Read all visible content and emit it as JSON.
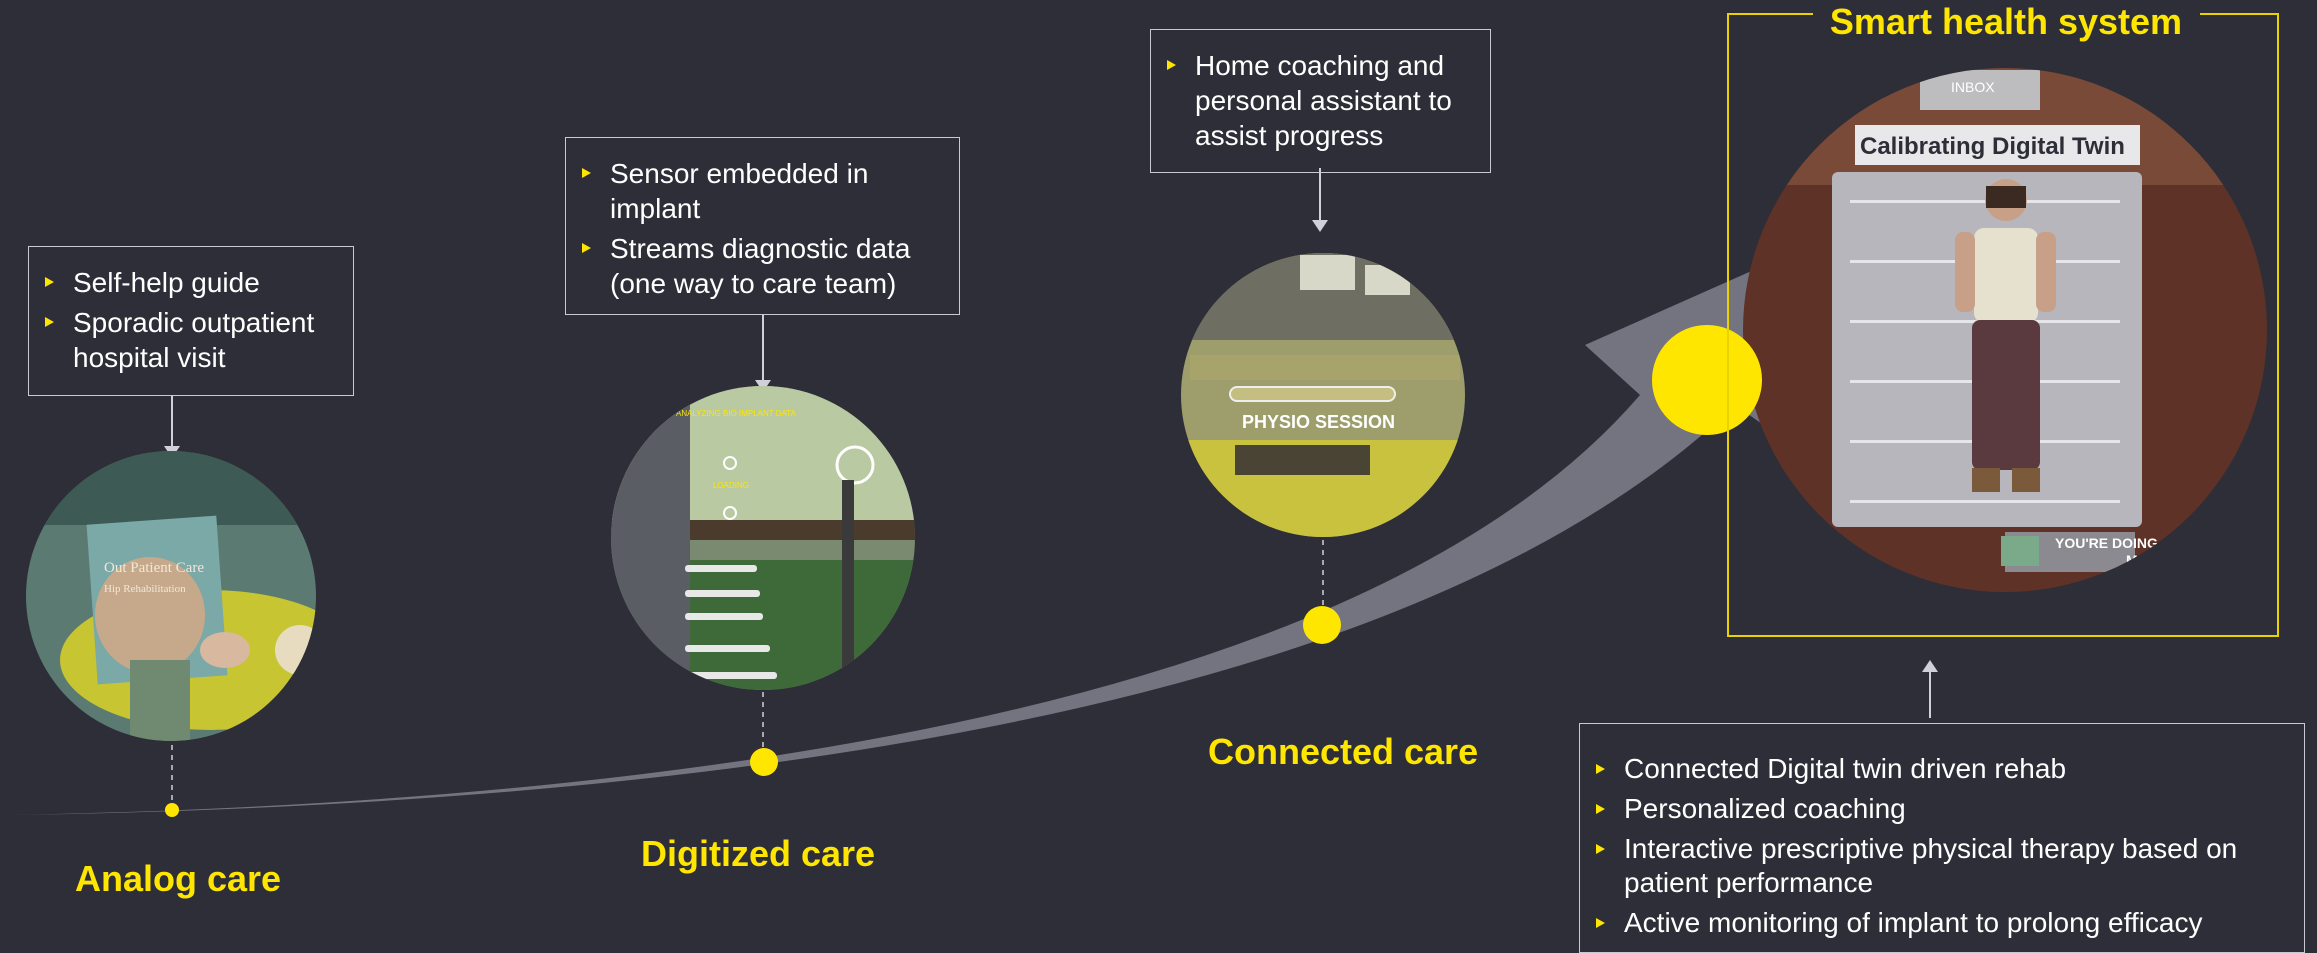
{
  "stages": [
    {
      "id": "analog",
      "label": "Analog care",
      "bullets": [
        "Self-help guide",
        "Sporadic outpatient hospital visit"
      ],
      "photo": "patient-reading-booklet",
      "photo_text": [
        "Out Patient Care",
        "Hip Rehabilitation"
      ]
    },
    {
      "id": "digitized",
      "label": "Digitized care",
      "bullets": [
        "Sensor embedded in implant",
        "Streams diagnostic data (one way to care team)"
      ],
      "photo": "implant-data-hologram",
      "photo_text": [
        "ANALYZING BIO IMPLANT DATA",
        "LOADING"
      ]
    },
    {
      "id": "connected",
      "label": "Connected care",
      "bullets": [
        "Home coaching and personal assistant to assist progress"
      ],
      "photo": "physio-session-device",
      "photo_text": [
        "PHYSIO SESSION"
      ]
    },
    {
      "id": "smart",
      "label": "Smart health system",
      "bullets": [
        "Connected Digital twin driven rehab",
        "Personalized coaching",
        "Interactive prescriptive physical therapy based on patient performance",
        "Active monitoring of implant  to prolong efficacy"
      ],
      "photo": "digital-twin-avatar",
      "photo_text": [
        "INBOX",
        "Calibrating Digital Twin",
        "YOU'RE DOING",
        "MORE"
      ]
    }
  ],
  "colors": {
    "background": "#2e2e38",
    "accent": "#ffe600",
    "curve": "#747480",
    "text": "#ffffff",
    "border": "#c9c9d1"
  }
}
